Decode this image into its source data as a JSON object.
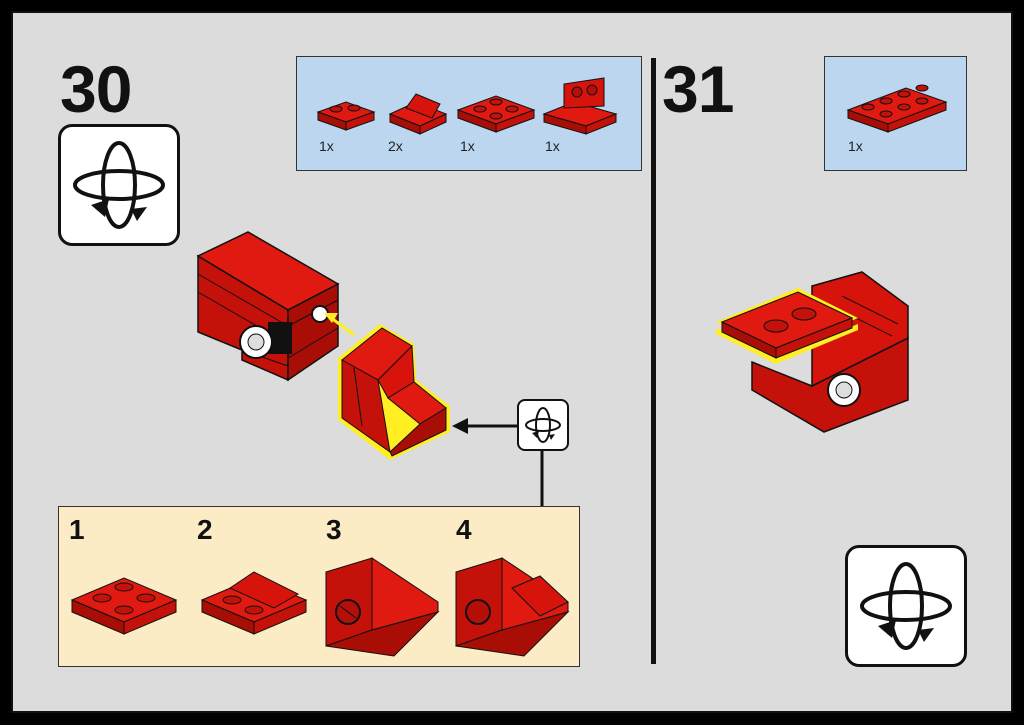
{
  "steps": [
    {
      "number": "30"
    },
    {
      "number": "31"
    }
  ],
  "step30_parts": [
    {
      "name": "plate-1x2",
      "quantity": "1x"
    },
    {
      "name": "slope-1x2",
      "quantity": "2x"
    },
    {
      "name": "plate-2x2",
      "quantity": "1x"
    },
    {
      "name": "bracket-1x2",
      "quantity": "1x"
    }
  ],
  "step31_parts": [
    {
      "name": "plate-2x4",
      "quantity": "1x"
    }
  ],
  "substeps": [
    {
      "number": "1"
    },
    {
      "number": "2"
    },
    {
      "number": "3"
    },
    {
      "number": "4"
    }
  ],
  "icons": {
    "rotate": "rotate-model-icon",
    "arrow": "placement-arrow"
  },
  "colors": {
    "brick_red": "#d6140c",
    "brick_dark": "#9c0c06",
    "highlight": "#ffee22",
    "parts_bg": "#bcd6f0",
    "submodel_bg": "#fcecc6",
    "page_bg": "#dcdcdc"
  }
}
